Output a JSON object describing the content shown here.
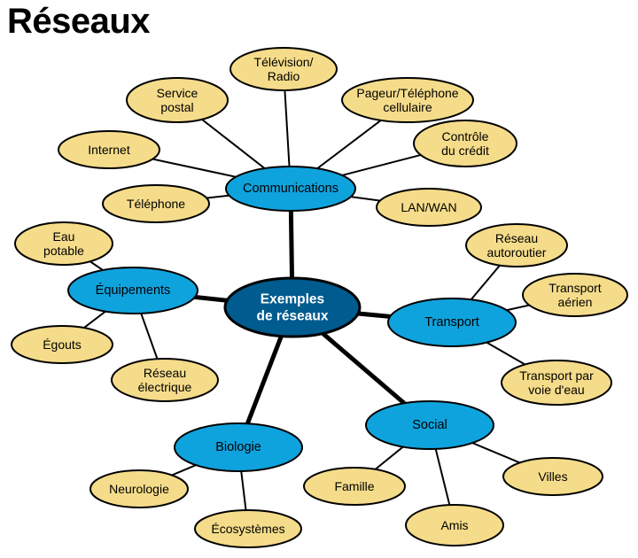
{
  "title": "Réseaux",
  "colors": {
    "center_fill": "#005b8f",
    "center_stroke": "#000000",
    "mid_fill": "#0fa3dd",
    "leaf_fill": "#f5dc8a",
    "stroke": "#000000",
    "title": "#000000"
  },
  "nodes": {
    "center": "Exemples\nde réseaux",
    "communications": "Communications",
    "equipements": "Équipements",
    "transport": "Transport",
    "biologie": "Biologie",
    "social": "Social",
    "television": "Télévision/\nRadio",
    "service_postal": "Service\npostal",
    "pageur": "Pageur/Téléphone\ncellulaire",
    "internet": "Internet",
    "controle": "Contrôle\ndu crédit",
    "telephone": "Téléphone",
    "lan_wan": "LAN/WAN",
    "eau_potable": "Eau\npotable",
    "egouts": "Égouts",
    "reseau_electrique": "Réseau\nélectrique",
    "reseau_autoroutier": "Réseau\nautoroutier",
    "transport_aerien": "Transport\naérien",
    "transport_eau": "Transport par\nvoie d'eau",
    "neurologie": "Neurologie",
    "ecosystemes": "Écosystèmes",
    "famille": "Famille",
    "amis": "Amis",
    "villes": "Villes"
  }
}
